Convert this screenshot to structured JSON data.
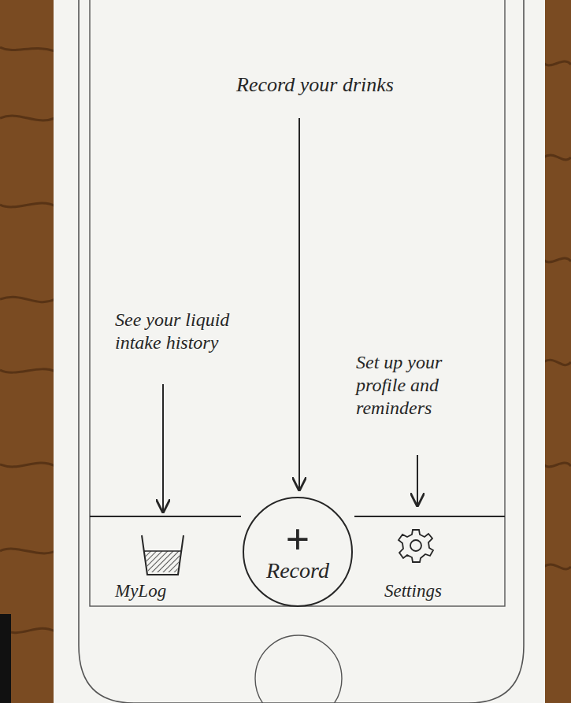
{
  "diagram": {
    "nodes": [
      {
        "text": [
          "+",
          "Record"
        ]
      }
    ],
    "labels": [
      "Record your drinks",
      "See your liquid intake history",
      "Set up your profile and reminders",
      "MyLog",
      "Settings"
    ]
  }
}
